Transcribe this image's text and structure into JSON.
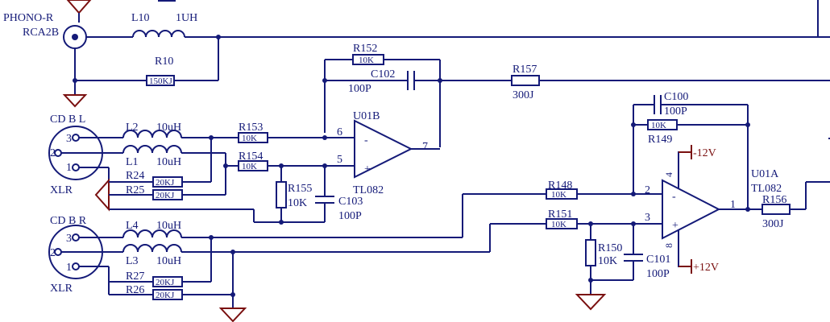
{
  "diagram": {
    "connectors": {
      "phono_r": {
        "label": "PHONO-R",
        "model": "RCA2B"
      },
      "cd_b_l": {
        "label": "CD  B  L",
        "type": "XLR",
        "pins": [
          "3",
          "2",
          "1"
        ]
      },
      "cd_b_r": {
        "label": "CD  B  R",
        "type": "XLR",
        "pins": [
          "3",
          "2",
          "1"
        ]
      }
    },
    "inductors": {
      "l10": {
        "ref": "L10",
        "value": "1UH"
      },
      "l2": {
        "ref": "L2",
        "value": "10uH"
      },
      "l1": {
        "ref": "L1",
        "value": "10uH"
      },
      "l4": {
        "ref": "L4",
        "value": "10uH"
      },
      "l3": {
        "ref": "L3",
        "value": "10uH"
      }
    },
    "resistors": {
      "r10": {
        "ref": "R10",
        "value": "150KJ"
      },
      "r152": {
        "ref": "R152",
        "value": "10K"
      },
      "r157": {
        "ref": "R157",
        "value": "300J"
      },
      "r153": {
        "ref": "R153",
        "value": "10K"
      },
      "r154": {
        "ref": "R154",
        "value": "10K"
      },
      "r155": {
        "ref": "R155",
        "value": "10K"
      },
      "r24": {
        "ref": "R24",
        "value": "20KJ"
      },
      "r25": {
        "ref": "R25",
        "value": "20KJ"
      },
      "r27": {
        "ref": "R27",
        "value": "20KJ"
      },
      "r26": {
        "ref": "R26",
        "value": "20KJ"
      },
      "r149": {
        "ref": "R149",
        "value": "10K"
      },
      "r148": {
        "ref": "R148",
        "value": "10K"
      },
      "r151": {
        "ref": "R151",
        "value": "10K"
      },
      "r150": {
        "ref": "R150",
        "value": "10K"
      },
      "r156": {
        "ref": "R156",
        "value": "300J"
      }
    },
    "capacitors": {
      "c102": {
        "ref": "C102",
        "value": "100P"
      },
      "c103": {
        "ref": "C103",
        "value": "100P"
      },
      "c100": {
        "ref": "C100",
        "value": "100P"
      },
      "c101": {
        "ref": "C101",
        "value": "100P"
      }
    },
    "opamps": {
      "u01b": {
        "ref": "U01B",
        "model": "TL082",
        "pin_minus": "6",
        "pin_plus": "5",
        "pin_out": "7",
        "sign_minus": "-",
        "sign_plus": "+"
      },
      "u01a": {
        "ref": "U01A",
        "model": "TL082",
        "pin_minus": "2",
        "pin_plus": "3",
        "pin_out": "1",
        "pin_v_neg": "4",
        "pin_v_pos": "8",
        "sign_minus": "-",
        "sign_plus": "+"
      }
    },
    "power": {
      "neg": "-12V",
      "pos": "+12V"
    }
  }
}
